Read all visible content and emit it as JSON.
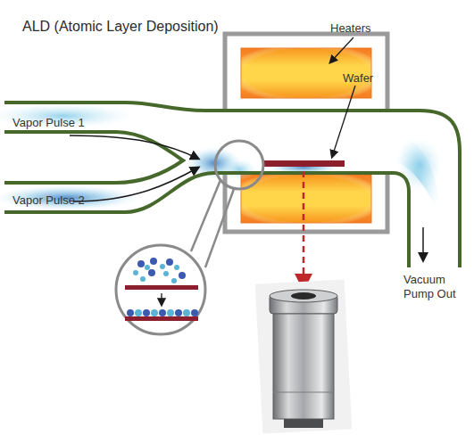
{
  "diagram": {
    "title": "ALD (Atomic Layer Deposition)",
    "labels": [
      "Heaters",
      "Wafer",
      "Vapor Pulse 1",
      "Vapor Pulse 2",
      "Vacuum Pump Out"
    ]
  }
}
